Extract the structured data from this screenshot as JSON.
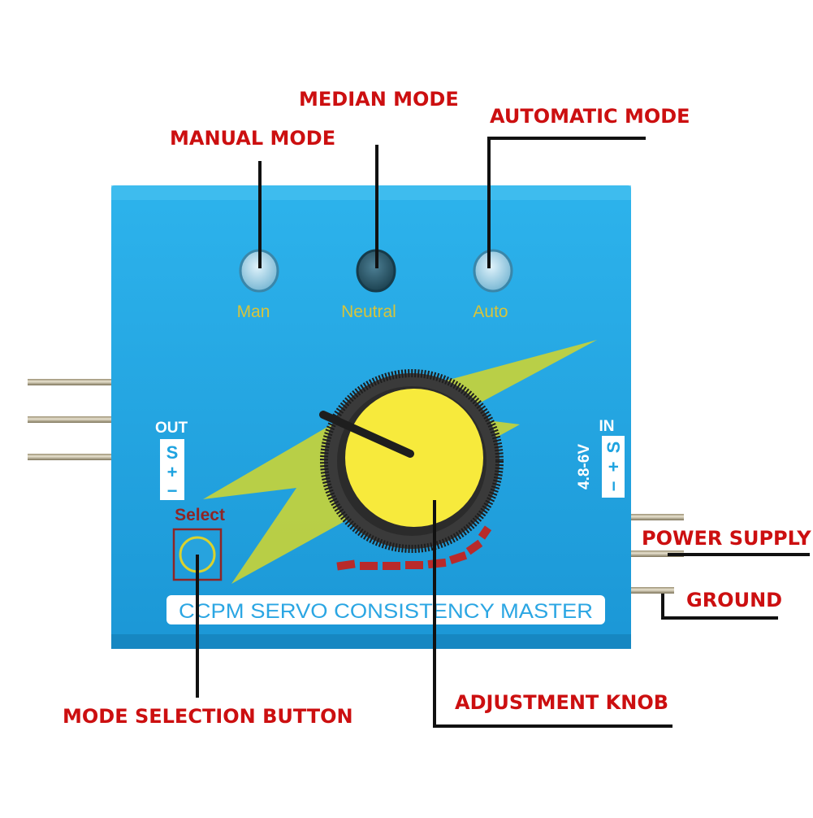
{
  "callouts": {
    "median_mode": "MEDIAN MODE",
    "manual_mode": "MANUAL MODE",
    "automatic_mode": "AUTOMATIC MODE",
    "power_supply": "POWER SUPPLY",
    "ground": "GROUND",
    "mode_selection_button": "MODE SELECTION BUTTON",
    "adjustment_knob": "ADJUSTMENT KNOB"
  },
  "board": {
    "led_labels": {
      "man": "Man",
      "neutral": "Neutral",
      "auto": "Auto"
    },
    "out_label": "OUT",
    "out_pins": [
      "S",
      "+",
      "−"
    ],
    "in_label": "IN",
    "voltage": "4.8-6V",
    "in_pins": [
      "S",
      "+",
      "−"
    ],
    "select_label": "Select",
    "banner": "CCPM SERVO CONSISTENCY MASTER"
  },
  "colors": {
    "callout_text": "#cc0f10",
    "board_blue": "#1ea3e0",
    "knob_yellow": "#f7ea3c",
    "led_label": "#d8c43a"
  }
}
